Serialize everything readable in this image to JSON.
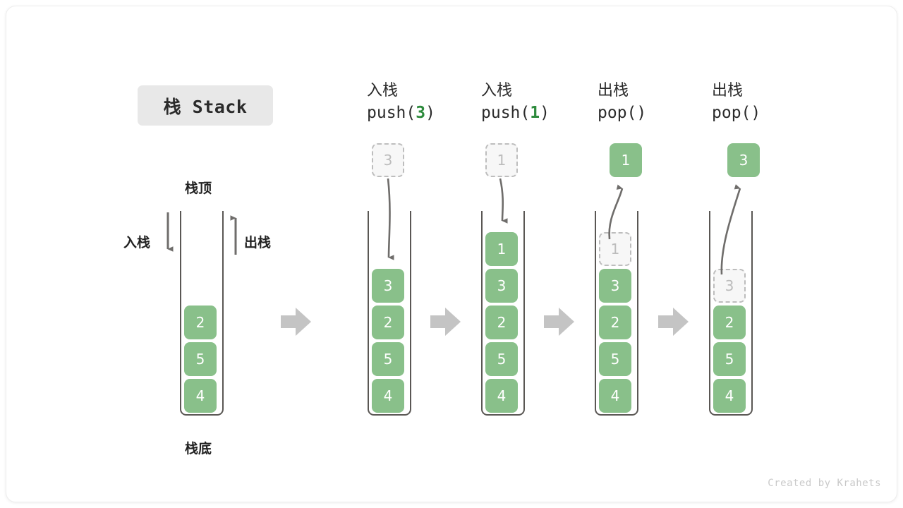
{
  "title_badge": {
    "text": "栈 Stack"
  },
  "footer": {
    "text": "Created by Krahets"
  },
  "colors": {
    "cell_fill": "#89c08a",
    "cell_text": "#ffffff",
    "ghost_fill": "#f7f7f7",
    "ghost_border": "#bdbdbd",
    "ghost_text": "#bcbcbc",
    "wall": "#5a5754",
    "block_arrow": "#c4c4c4",
    "curve_arrow": "#6f6d6b",
    "badge_bg": "#e8e8e8",
    "code_accent": "#2e8b3d"
  },
  "legend": {
    "top_label": "栈顶",
    "bottom_label": "栈底",
    "push_label": "入栈",
    "pop_label": "出栈",
    "push_arrow_icon": "arrow-down-icon",
    "pop_arrow_icon": "arrow-up-icon"
  },
  "step_arrow_icon": "block-arrow-right-icon",
  "columns": [
    {
      "id": "initial",
      "header_cn": "",
      "header_code": "",
      "cells": [
        "2",
        "5",
        "4"
      ],
      "floating": null
    },
    {
      "id": "push-3",
      "header_cn": "入栈",
      "header_code_prefix": "push(",
      "header_code_num": "3",
      "header_code_suffix": ")",
      "cells": [
        "3",
        "2",
        "5",
        "4"
      ],
      "floating": {
        "value": "3",
        "style": "ghost",
        "arrow": "down-into-stack"
      }
    },
    {
      "id": "push-1",
      "header_cn": "入栈",
      "header_code_prefix": "push(",
      "header_code_num": "1",
      "header_code_suffix": ")",
      "cells": [
        "1",
        "3",
        "2",
        "5",
        "4"
      ],
      "floating": {
        "value": "1",
        "style": "ghost",
        "arrow": "down-into-stack"
      }
    },
    {
      "id": "pop-1",
      "header_cn": "出栈",
      "header_code_prefix": "pop(",
      "header_code_num": "",
      "header_code_suffix": ")",
      "cells": [
        "1",
        "3",
        "2",
        "5",
        "4"
      ],
      "cell_styles": [
        "ghost",
        "filled",
        "filled",
        "filled",
        "filled"
      ],
      "floating": {
        "value": "1",
        "style": "filled",
        "arrow": "up-out-of-stack"
      }
    },
    {
      "id": "pop-3",
      "header_cn": "出栈",
      "header_code_prefix": "pop(",
      "header_code_num": "",
      "header_code_suffix": ")",
      "cells": [
        "3",
        "2",
        "5",
        "4"
      ],
      "cell_styles": [
        "ghost",
        "filled",
        "filled",
        "filled"
      ],
      "floating": {
        "value": "3",
        "style": "filled",
        "arrow": "up-out-of-stack"
      }
    }
  ]
}
